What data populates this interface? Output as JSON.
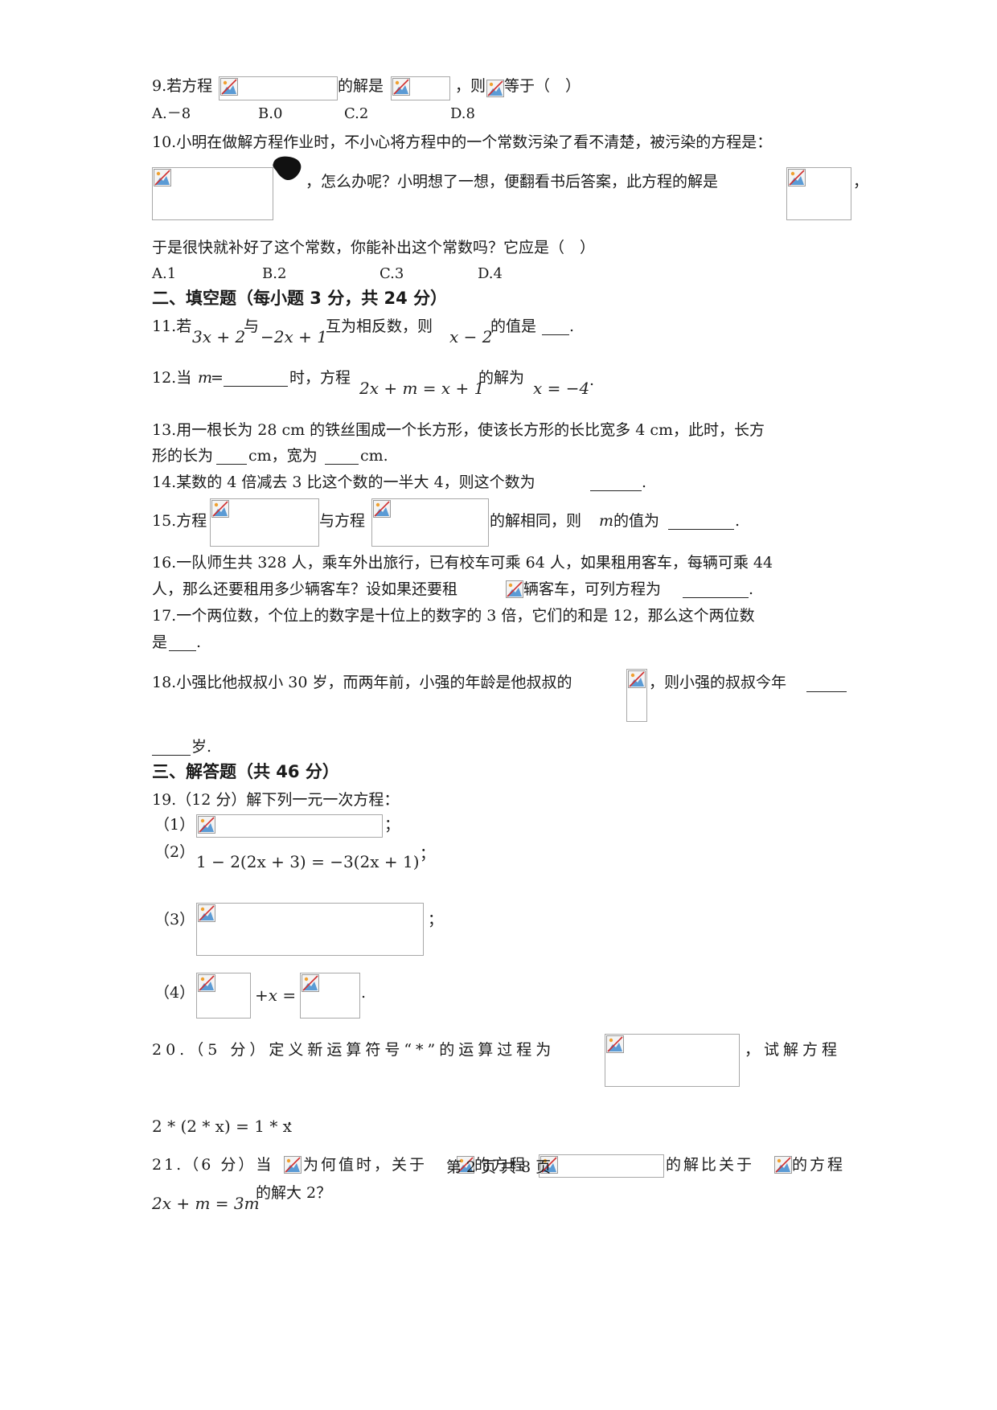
{
  "q9": {
    "a": "9.若方程",
    "b": "的解是",
    "c": "，则",
    "d": "等于（　）"
  },
  "q9_options": {
    "a": "A.－8",
    "b": "B.0",
    "c": "C.2",
    "d": "D.8"
  },
  "q10": {
    "line1": "10.小明在做解方程作业时，不小心将方程中的一个常数污染了看不清楚，被污染的方程是：",
    "mid": "，怎么办呢？小明想了一想，便翻看书后答案，此方程的解是",
    "end": "，",
    "line3": "于是很快就补好了这个常数，你能补出这个常数吗？它应是（　）"
  },
  "q10_options": {
    "a": "A.1",
    "b": "B.2",
    "c": "C.3",
    "d": "D.4"
  },
  "section2": "二、填空题（每小题 3 分，共 24 分）",
  "q11": {
    "a": "11.若",
    "m1": "3x + 2",
    "b": "与",
    "m2": "−2x + 1",
    "c": "互为相反数，则",
    "m3": "x − 2",
    "d": "的值是",
    "e": "."
  },
  "q12": {
    "a": "12.当",
    "m": "m",
    "eq": "=",
    "b": "时，方程",
    "m1": "2x + m = x + 1",
    "c": "的解为",
    "m2": "x = −4",
    "d": "."
  },
  "q13": {
    "line1": "13.用一根长为 28 cm 的铁丝围成一个长方形，使该长方形的长比宽多 4 cm，此时，长方",
    "a": "形的长为",
    "b": "cm，宽为",
    "c": "cm."
  },
  "q14": {
    "a": "14.某数的 4 倍减去 3 比这个数的一半大 4，则这个数为",
    "b": "."
  },
  "q15": {
    "a": "15.方程",
    "b": "与方程",
    "c": "的解相同，则",
    "m": "m",
    "d": "的值为",
    "e": "."
  },
  "q16": {
    "line1": "16.一队师生共 328 人，乘车外出旅行，已有校车可乘 64 人，如果租用客车，每辆可乘 44",
    "a": "人，那么还要租用多少辆客车？设如果还要租",
    "b": "辆客车，可列方程为",
    "c": "."
  },
  "q17": {
    "line1": "17.一个两位数，个位上的数字是十位上的数字的 3 倍，它们的和是 12，那么这个两位数",
    "a": "是",
    "b": "."
  },
  "q18": {
    "a": "18.小强比他叔叔小 30 岁，而两年前，小强的年龄是他叔叔的",
    "b": "，则小强的叔叔今年",
    "c": "岁."
  },
  "section3": "三、解答题（共 46 分）",
  "q19": {
    "title": "19.（12 分）解下列一元一次方程：",
    "p1": "（1）",
    "p1_end": "；",
    "p2": "（2）",
    "p2_math": "1 − 2(2x + 3) = −3(2x + 1)",
    "p2_end": "；",
    "p3": "（3）",
    "p3_end": "；",
    "p4": "（4）",
    "p4_mid": "+x =",
    "p4_end": "."
  },
  "q20": {
    "a": "20.（5 分）定义新运算符号“*”的运算过程为",
    "b": "，试解方程",
    "math": "2 * (2 * x) = 1 * x",
    "end": "."
  },
  "q21": {
    "a": "21.（6 分）当",
    "b": "为何值时，关于",
    "c": "的方程",
    "d": "的解比关于",
    "e": "的方程",
    "math": "2x + m = 3m",
    "f": "的解大 2？"
  },
  "footer": "第 2 页 共 8 页"
}
